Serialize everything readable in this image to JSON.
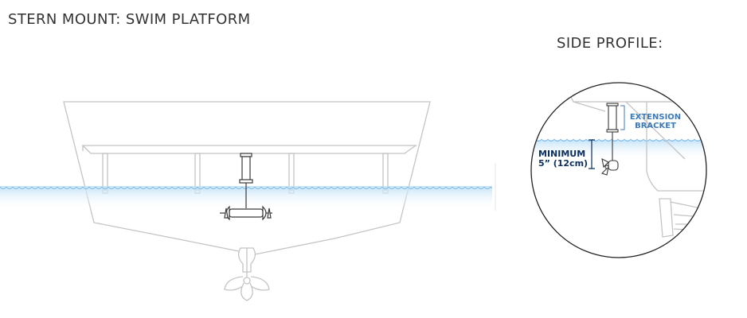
{
  "header": {
    "title": "STERN MOUNT: SWIM PLATFORM",
    "side_title": "SIDE PROFILE:"
  },
  "callouts": {
    "extension": [
      "EXTENSION",
      "BRACKET"
    ],
    "minimum": [
      "MINIMUM",
      "5” (12cm)"
    ]
  },
  "colors": {
    "outline": "#c4c4c4",
    "motor": "#3a3a3a",
    "water": "#7ab8e8",
    "label_blue": "#3d7ab8",
    "label_navy": "#0c2e5c"
  }
}
